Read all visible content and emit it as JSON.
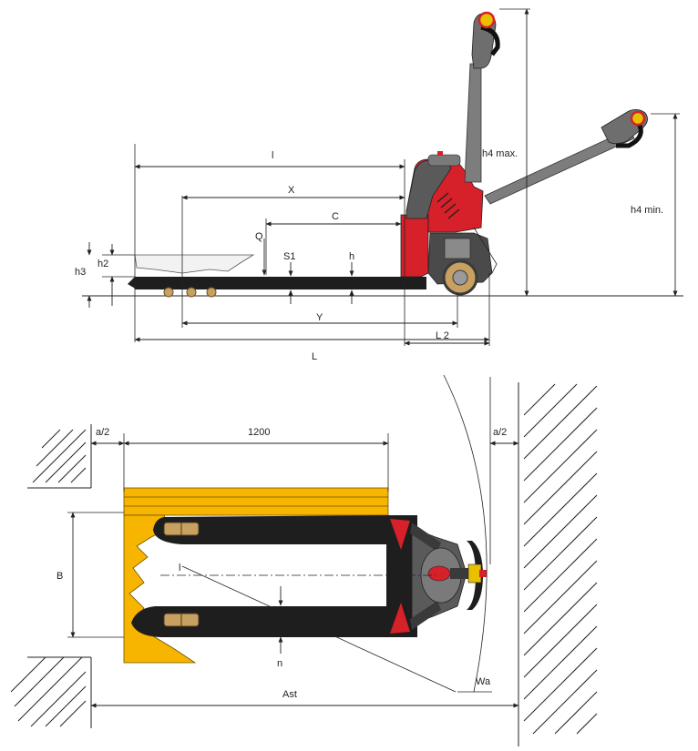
{
  "side_view": {
    "labels": {
      "l": "l",
      "x": "X",
      "c": "C",
      "q": "Q",
      "s1": "S1",
      "h": "h",
      "h2": "h2",
      "h3": "h3",
      "y": "Y",
      "l2": "L 2",
      "L": "L",
      "h4max": "h4 max.",
      "h4min": "h4 min."
    }
  },
  "top_view": {
    "labels": {
      "a2_left": "a/2",
      "a2_right": "a/2",
      "pallet_length": "1200",
      "b": "B",
      "l": "l",
      "n": "n",
      "wa": "Wa",
      "ast": "Ast"
    }
  },
  "colors": {
    "truck_red": "#d6202a",
    "dark_grey": "#4a4a4a",
    "mid_grey": "#8a8a8a",
    "fork_black": "#1e1e1e",
    "pallet_yellow": "#f7b500",
    "wheel_tan": "#c8a060",
    "grip_yellow": "#e8c000"
  }
}
